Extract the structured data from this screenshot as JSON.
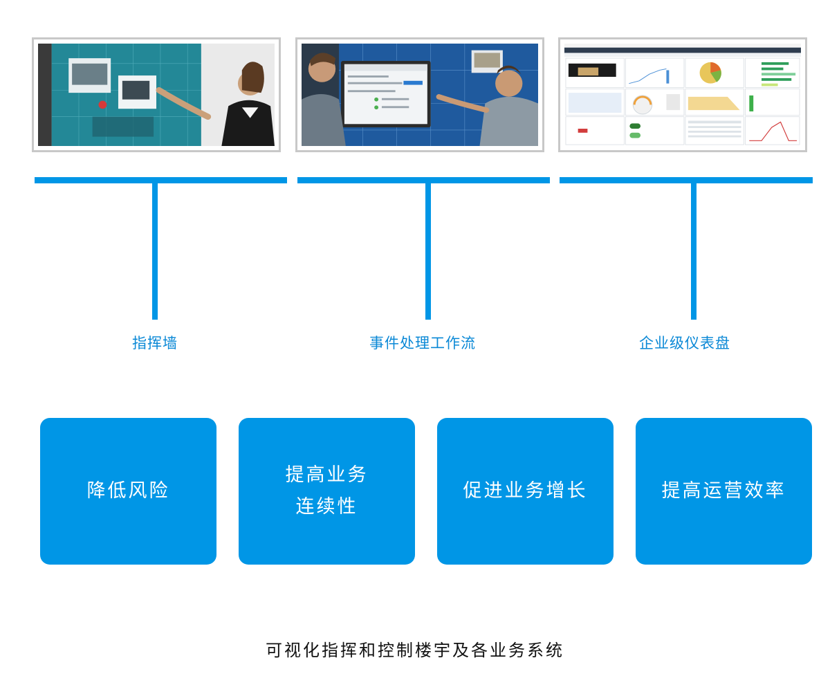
{
  "columns": [
    {
      "label": "指挥墙"
    },
    {
      "label": "事件处理工作流"
    },
    {
      "label": "企业级仪表盘"
    }
  ],
  "benefits": [
    {
      "line1": "降低风险",
      "line2": ""
    },
    {
      "line1": "提高业务",
      "line2": "连续性"
    },
    {
      "line1": "促进业务增长",
      "line2": ""
    },
    {
      "line1": "提高运营效率",
      "line2": ""
    }
  ],
  "footer": "可视化指挥和控制楼宇及各业务系统",
  "colors": {
    "accent": "#0096e6",
    "label": "#0a88d6"
  }
}
